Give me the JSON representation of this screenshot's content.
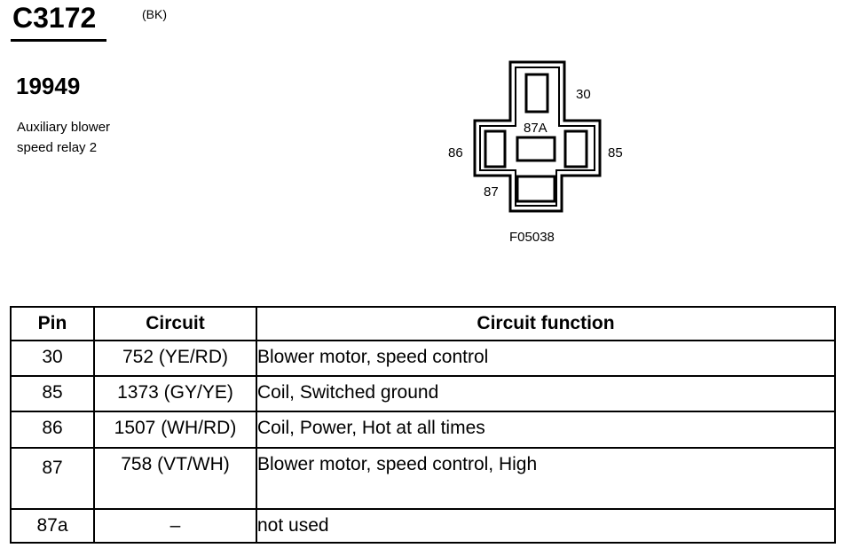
{
  "header": {
    "connector_id": "C3172",
    "connector_color": "(BK)",
    "part_number": "19949",
    "description_line1": "Auxiliary blower",
    "description_line2": "speed relay 2"
  },
  "diagram": {
    "figure_id": "F05038",
    "pin_labels": {
      "p30": "30",
      "p87a": "87A",
      "p86": "86",
      "p85": "85",
      "p87": "87"
    }
  },
  "table": {
    "headers": {
      "pin": "Pin",
      "circuit": "Circuit",
      "function": "Circuit function"
    },
    "rows": [
      {
        "pin": "30",
        "circuit": "752 (YE/RD)",
        "function": "Blower motor, speed control"
      },
      {
        "pin": "85",
        "circuit": "1373 (GY/YE)",
        "function": "Coil, Switched ground"
      },
      {
        "pin": "86",
        "circuit": "1507 (WH/RD)",
        "function": "Coil, Power, Hot at all times"
      },
      {
        "pin": "87",
        "circuit": "758 (VT/WH)",
        "function": "Blower motor, speed control, High"
      },
      {
        "pin": "87a",
        "circuit": "–",
        "function": "not used"
      }
    ]
  }
}
